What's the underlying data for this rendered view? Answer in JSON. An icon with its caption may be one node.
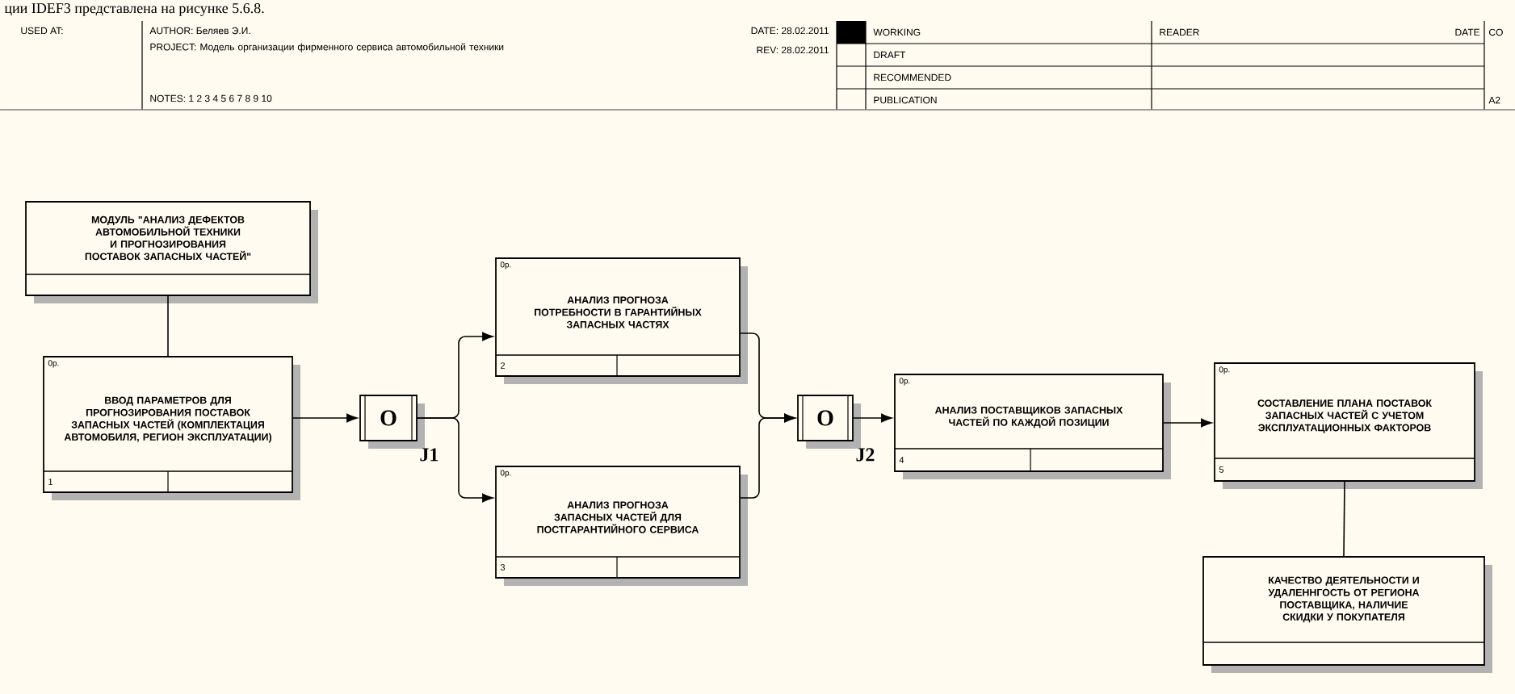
{
  "diagram": {
    "nodes": [
      {
        "text": [
          "МОДУЛЬ \"АНАЛИЗ ДЕФЕКТОВ АВТОМОБИЛЬНОЙ ТЕХНИКИ И ПРОГНОЗИРОВАНИЯ ПОСТАВОК ЗАПАСНЫХ ЧАСТЕЙ\""
        ]
      },
      {
        "text": [
          "0р.",
          "ВВОД ПАРАМЕТРОВ ДЛЯ ПРОГНОЗИРОВАНИЯ ПОСТАВОК ЗАПАСНЫХ ЧАСТЕЙ (КОМПЛЕКТАЦИЯ АВТОМОБИЛЯ, РЕГИОН ЭКСПЛУАТАЦИИ)",
          "1"
        ]
      },
      {
        "text": [
          "O"
        ],
        "beside": [
          "J1"
        ]
      },
      {
        "text": [
          "0р.",
          "АНАЛИЗ ПРОГНОЗА ПОТРЕБНОСТИ В ГАРАНТИЙНЫХ ЗАПАСНЫХ ЧАСТЯХ",
          "2"
        ]
      },
      {
        "text": [
          "0р.",
          "АНАЛИЗ ПРОГНОЗА ЗАПАСНЫХ ЧАСТЕЙ ДЛЯ ПОСТГАРАНТИЙНОГО СЕРВИСА",
          "3"
        ]
      },
      {
        "text": [
          "O"
        ],
        "beside": [
          "J2"
        ]
      },
      {
        "text": [
          "0р.",
          "АНАЛИЗ ПОСТАВЩИКОВ ЗАПАСНЫХ ЧАСТЕЙ ПО КАЖДОЙ ПОЗИЦИИ",
          "4"
        ]
      },
      {
        "text": [
          "0р.",
          "СОСТАВЛЕНИЕ ПЛАНА ПОСТАВОК ЗАПАСНЫХ ЧАСТЕЙ С УЧЕТОМ ЭКСПЛУАТАЦИОННЫХ ФАКТОРОВ",
          "5"
        ]
      },
      {
        "text": [
          "КАЧЕСТВО ДЕЯТЕЛЬНОСТИ И УДАЛЕННГОСТЬ ОТ РЕГИОНА ПОСТАВЩИКА, НАЛИЧИЕ СКИДКИ У ПОКУПАТЕЛЯ"
        ]
      }
    ],
    "edges": [
      {
        "from": 0,
        "to": 1,
        "arrow": "none"
      },
      {
        "from": 1,
        "to": 2,
        "arrow": "to"
      },
      {
        "from": 2,
        "to": 3,
        "arrow": "to"
      },
      {
        "from": 2,
        "to": 4,
        "arrow": "to"
      },
      {
        "from": 3,
        "to": 5,
        "arrow": "to"
      },
      {
        "from": 4,
        "to": 5,
        "arrow": "to"
      },
      {
        "from": 5,
        "to": 6,
        "arrow": "to"
      },
      {
        "from": 6,
        "to": 7,
        "arrow": "to"
      },
      {
        "from": 7,
        "to": 8,
        "arrow": "none"
      }
    ],
    "labels": [
      "ции IDEF3 представлена на рисунке 5.6.8.",
      "USED AT:",
      "AUTHOR: Беляев Э.И.",
      "PROJECT: Модель организации фирменного сервиса автомобильной техники",
      "NOTES: 1 2 3 4 5 6 7 8 9 10",
      "DATE: 28.02.2011",
      "REV: 28.02.2011",
      "WORKING",
      "READER",
      "DATE",
      "CO",
      "DRAFT",
      "RECOMMENDED",
      "PUBLICATION",
      "A2"
    ]
  }
}
